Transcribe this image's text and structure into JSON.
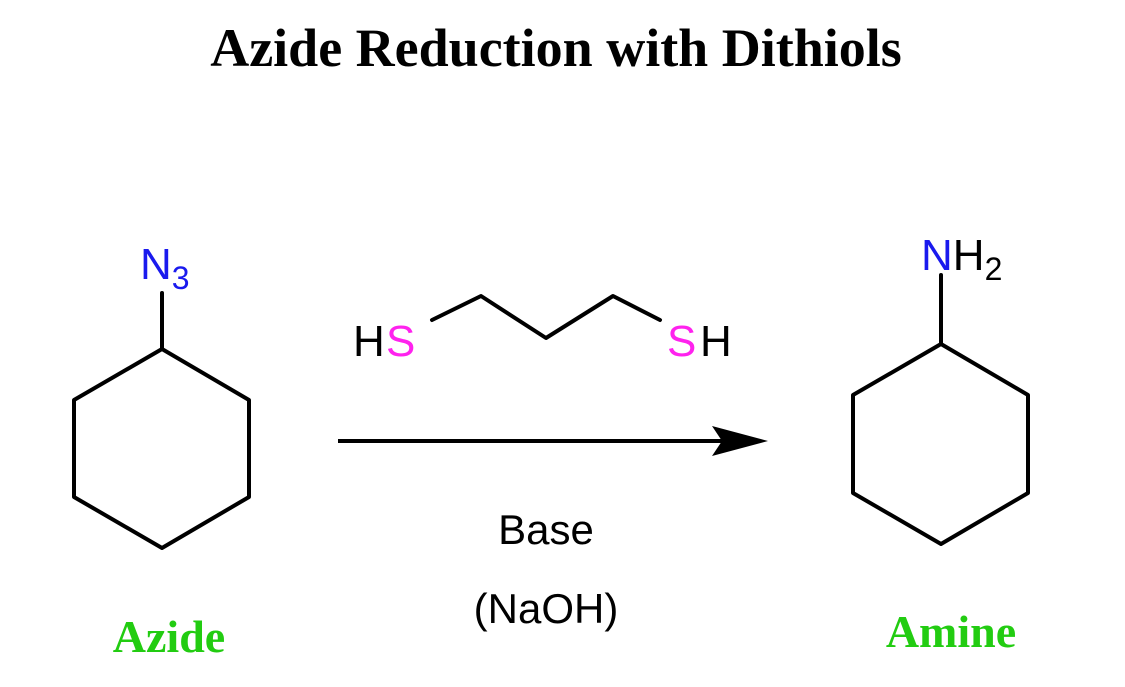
{
  "title": "Azide Reduction with Dithiols",
  "reactant": {
    "label": "Azide",
    "group_symbol": "N",
    "group_subscript": "3"
  },
  "reagent": {
    "left_h": "H",
    "left_s": "S",
    "right_s": "S",
    "right_h": "H"
  },
  "conditions": {
    "line1": "Base",
    "line2": "(NaOH)"
  },
  "product": {
    "label": "Amine",
    "group_n": "N",
    "group_h": "H",
    "group_subscript": "2"
  },
  "colors": {
    "label": "#22cc11",
    "nitrogen": "#1a1aee",
    "sulfur": "#ff22ee",
    "hydrogen": "#000000"
  }
}
